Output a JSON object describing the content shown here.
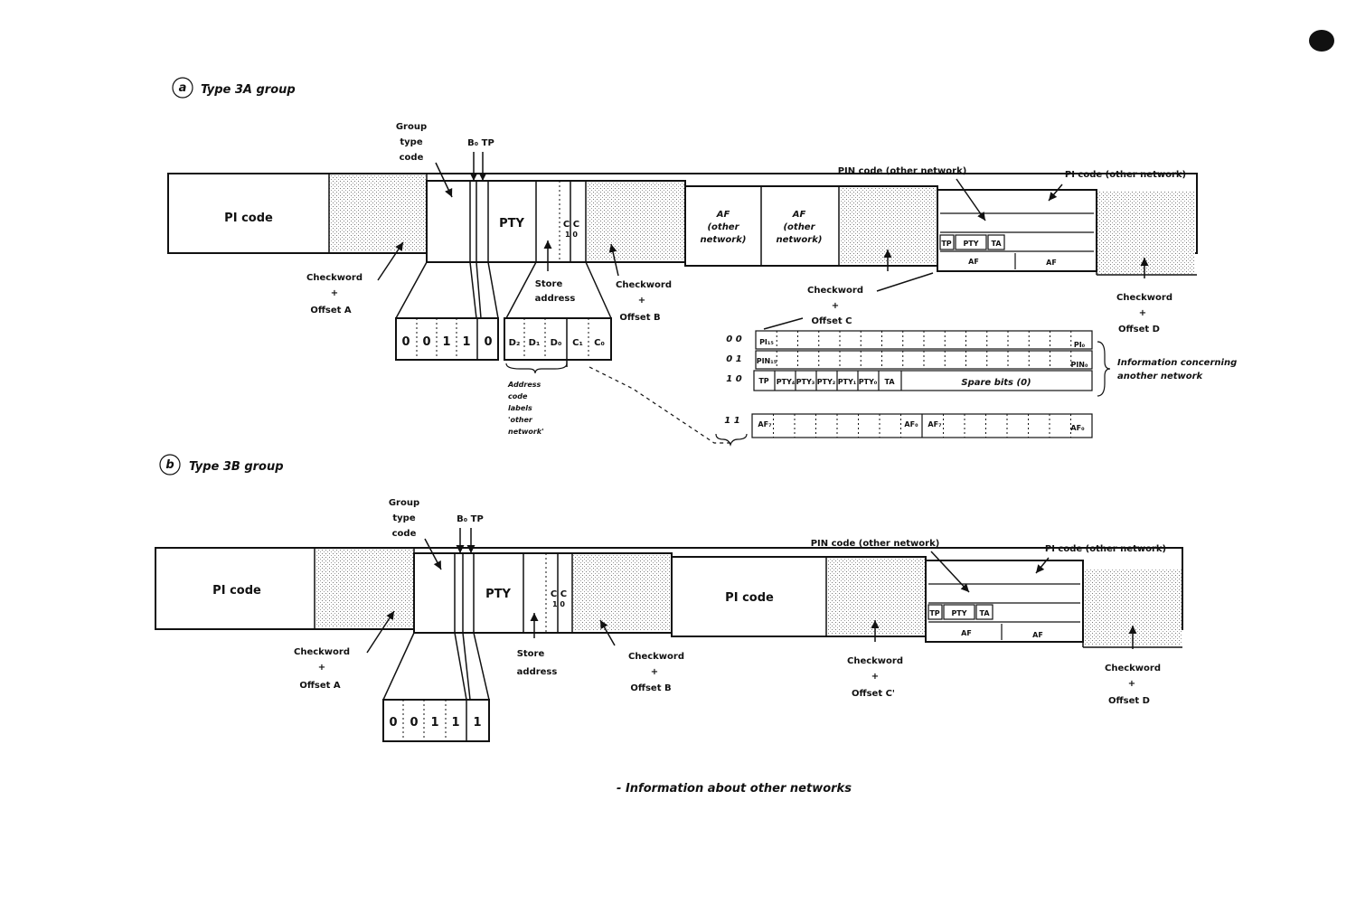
{
  "section_a": {
    "marker": "a",
    "title": "Type 3A group",
    "pi_code": "PI code",
    "group_type_code": [
      "Group",
      "type",
      "code"
    ],
    "b0_tp": "B₀ TP",
    "pty": "PTY",
    "cc": "C C",
    "cc_bits": "1 0",
    "af_other_1": [
      "AF",
      "(other",
      "network)"
    ],
    "af_other_2": [
      "AF",
      "(other",
      "network)"
    ],
    "pin_code_other": "PIN code (other network)",
    "pi_code_other": "PI code (other network)",
    "inner_tp": "TP",
    "inner_pty": "PTY",
    "inner_ta": "TA",
    "inner_af1": "AF",
    "inner_af2": "AF",
    "checkword_a": [
      "Checkword",
      "+",
      "Offset A"
    ],
    "checkword_b": [
      "Checkword",
      "+",
      "Offset B"
    ],
    "checkword_c": [
      "Checkword",
      "+",
      "Offset C"
    ],
    "checkword_d": [
      "Checkword",
      "+",
      "Offset D"
    ],
    "store_address": [
      "Store",
      "address"
    ],
    "group_bits": [
      "0",
      "0",
      "1",
      "1",
      "0"
    ],
    "address_bits": [
      "D₂",
      "D₁",
      "D₀",
      "C₁",
      "C₀"
    ],
    "address_code_note": [
      "Address",
      "code",
      "labels",
      "'other",
      "network'"
    ],
    "variant_rows": [
      {
        "code": "0  0",
        "first": "PI₁₅",
        "last": "PI₀"
      },
      {
        "code": "0  1",
        "first": "PIN₁₅",
        "last": "PIN₀"
      },
      {
        "code": "1  0",
        "cells": [
          "TP",
          "PTY₄",
          "PTY₃",
          "PTY₂",
          "PTY₁",
          "PTY₀",
          "TA"
        ],
        "spare": "Spare bits (0)"
      },
      {
        "code": "1  1",
        "first": "AF₇",
        "mid1": "AF₀",
        "mid2": "AF₇",
        "last": "AF₀"
      }
    ],
    "info_note": [
      "Information concerning",
      "another network"
    ]
  },
  "section_b": {
    "marker": "b",
    "title": "Type 3B group",
    "pi_code": "PI code",
    "pi_code_2": "PI code",
    "group_type_code": [
      "Group",
      "type",
      "code"
    ],
    "b0_tp": "B₀ TP",
    "pty": "PTY",
    "cc": "C C",
    "cc_bits": "1 0",
    "pin_code_other": "PIN code (other network)",
    "pi_code_other": "PI code (other network)",
    "inner_tp": "TP",
    "inner_pty": "PTY",
    "inner_ta": "TA",
    "inner_af1": "AF",
    "inner_af2": "AF",
    "checkword_a": [
      "Checkword",
      "+",
      "Offset A"
    ],
    "checkword_b": [
      "Checkword",
      "+",
      "Offset B"
    ],
    "checkword_c": [
      "Checkword",
      "+",
      "Offset C'"
    ],
    "checkword_d": [
      "Checkword",
      "+",
      "Offset D"
    ],
    "store_address": [
      "Store",
      "address"
    ],
    "group_bits": [
      "0",
      "0",
      "1",
      "1",
      "1"
    ]
  },
  "caption": "- Information about other networks"
}
